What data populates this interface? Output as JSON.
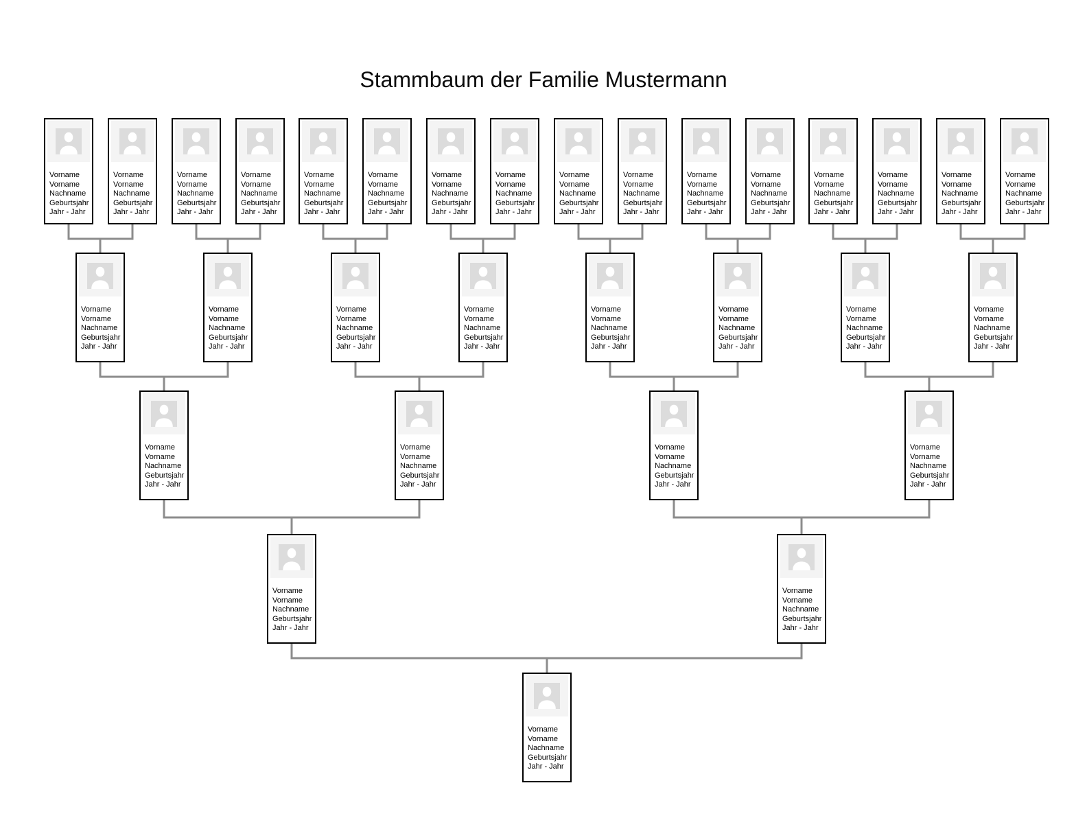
{
  "title": "Stammbaum der Familie Mustermann",
  "diagram_type": "family-tree",
  "person_card": {
    "photo_icon": "person-silhouette",
    "lines": [
      {
        "name": "vorname-line-1",
        "text": "Vorname"
      },
      {
        "name": "vorname-line-2",
        "text": "Vorname"
      },
      {
        "name": "nachname-line",
        "text": "Nachname"
      },
      {
        "name": "geburtsjahr-line",
        "text": "Geburtsjahr"
      },
      {
        "name": "jahr-range-line",
        "text": "Jahr - Jahr"
      }
    ]
  },
  "generations": [
    {
      "level": 1,
      "person_count": 16
    },
    {
      "level": 2,
      "person_count": 8
    },
    {
      "level": 3,
      "person_count": 4
    },
    {
      "level": 4,
      "person_count": 2
    },
    {
      "level": 5,
      "person_count": 1
    }
  ],
  "colors": {
    "background": "#ffffff",
    "card_border": "#000000",
    "card_background": "#ffffff",
    "photo_band": "#f4f4f4",
    "photo_square": "#dcdcdc",
    "silhouette": "#ffffff",
    "connector": "#8c8c8c",
    "text": "#000000"
  }
}
